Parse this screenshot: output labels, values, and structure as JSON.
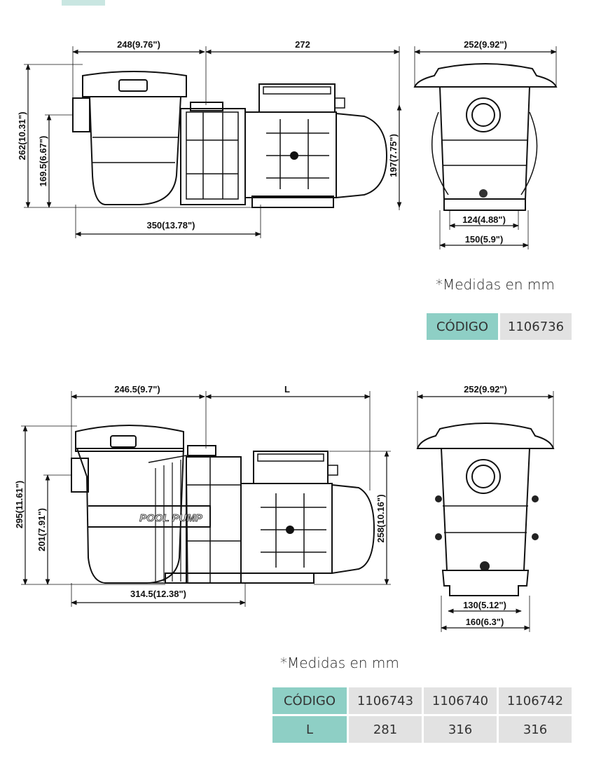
{
  "pump1": {
    "dims": {
      "length_front": "248(9.76\")",
      "length_motor": "272",
      "height_total": "262(10.31\")",
      "height_inlet": "169.5(6.67\")",
      "height_motor": "197(7.75\")",
      "base_length": "350(13.78\")",
      "side_width": "252(9.92\")",
      "base_inner": "124(4.88\")",
      "base_outer": "150(5.9\")"
    },
    "note": "*Medidas en mm",
    "table": {
      "header_label": "CÓDIGO",
      "codes": [
        "1106736"
      ]
    }
  },
  "pump2": {
    "dims": {
      "length_front": "246.5(9.7\")",
      "length_motor": "L",
      "height_total": "295(11.61\")",
      "height_inlet": "201(7.91\")",
      "height_motor": "258(10.16\")",
      "base_length": "314.5(12.38\")",
      "side_width": "252(9.92\")",
      "base_inner": "130(5.12\")",
      "base_outer": "160(6.3\")"
    },
    "body_text": "POOL PUMP",
    "note": "*Medidas en mm",
    "table": {
      "header_label": "CÓDIGO",
      "row_label": "L",
      "codes": [
        "1106743",
        "1106740",
        "1106742"
      ],
      "lengths": [
        "281",
        "316",
        "316"
      ]
    }
  }
}
